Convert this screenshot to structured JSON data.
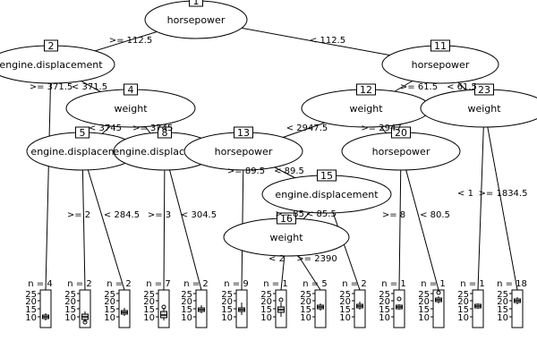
{
  "tree": {
    "nodes": [
      {
        "id": "1",
        "label": "horsepower"
      },
      {
        "id": "2",
        "label": "engine.displacement"
      },
      {
        "id": "4",
        "label": "weight"
      },
      {
        "id": "5",
        "label": "engine.displacement"
      },
      {
        "id": "8",
        "label": "engine.displacement"
      },
      {
        "id": "11",
        "label": "horsepower"
      },
      {
        "id": "12",
        "label": "weight"
      },
      {
        "id": "13",
        "label": "horsepower"
      },
      {
        "id": "15",
        "label": "engine.displacement"
      },
      {
        "id": "16",
        "label": "weight"
      },
      {
        "id": "20",
        "label": "horsepower"
      },
      {
        "id": "23",
        "label": "weight"
      }
    ],
    "edge_labels": [
      ">= 112.5",
      "< 112.5",
      ">= 371.5",
      "< 371.5",
      "< 3745",
      ">= 3745",
      ">= 2",
      "< 284.5",
      ">= 3",
      "< 304.5",
      ">= 61.5",
      "< 61.5",
      "< 2947.5",
      ">= 2947",
      ">= 89.5",
      "< 89.5",
      ">= 85",
      "< 85.5",
      "< 2",
      ">= 2390",
      ">= 8",
      "< 80.5",
      "< 1",
      ">= 1834.5"
    ],
    "leaves": [
      {
        "n": "n = 4"
      },
      {
        "n": "n = 2"
      },
      {
        "n": "n = 2"
      },
      {
        "n": "n = 7"
      },
      {
        "n": "n = 2"
      },
      {
        "n": "n = 9"
      },
      {
        "n": "n = 1"
      },
      {
        "n": "n = 5"
      },
      {
        "n": "n = 2"
      },
      {
        "n": "n = 1"
      },
      {
        "n": "n = 1"
      },
      {
        "n": "n = 1"
      },
      {
        "n": "n = 18"
      }
    ],
    "leaf_axis_ticks": [
      "25",
      "20",
      "15",
      "10"
    ]
  }
}
